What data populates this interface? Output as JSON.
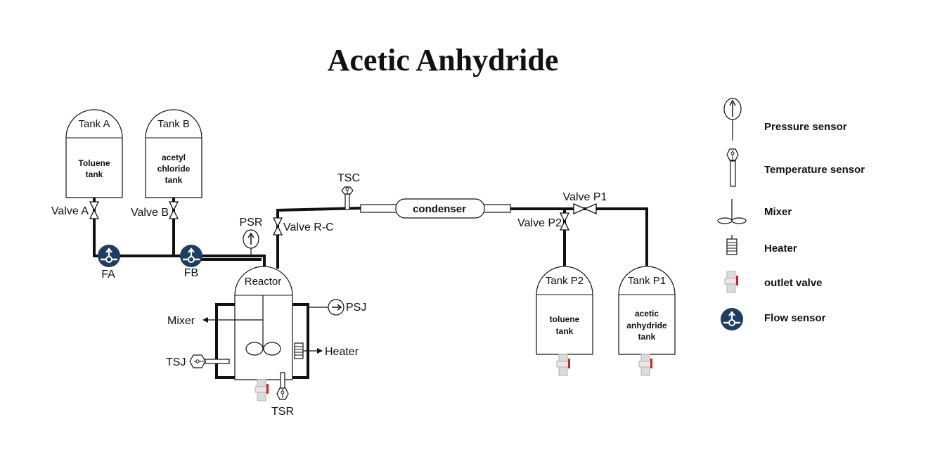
{
  "title": "Acetic Anhydride",
  "tanks": {
    "tank_a": {
      "name": "Tank  A",
      "content": [
        "Toluene",
        "tank"
      ]
    },
    "tank_b": {
      "name": "Tank B",
      "content": [
        "acetyl",
        "chloride",
        "tank"
      ]
    },
    "tank_p2": {
      "name": "Tank P2",
      "content": [
        "toluene",
        "tank"
      ]
    },
    "tank_p1": {
      "name": "Tank P1",
      "content": [
        "acetic",
        "anhydride",
        "tank"
      ]
    },
    "reactor": {
      "name": "Reactor"
    }
  },
  "labels": {
    "valve_a": "Valve A",
    "valve_b": "Valve B",
    "valve_rc": "Valve R-C",
    "valve_p1": "Valve P1",
    "valve_p2": "Valve P2",
    "fa": "FA",
    "fb": "FB",
    "psr": "PSR",
    "psj": "PSJ",
    "tsc": "TSC",
    "tsj": "TSJ",
    "tsr": "TSR",
    "mixer": "Mixer",
    "heater": "Heater",
    "condenser": "condenser"
  },
  "legend": [
    {
      "icon": "pressure-sensor-icon",
      "label": "Pressure sensor"
    },
    {
      "icon": "temperature-sensor-icon",
      "label": "Temperature sensor"
    },
    {
      "icon": "mixer-icon",
      "label": "Mixer"
    },
    {
      "icon": "heater-icon",
      "label": "Heater"
    },
    {
      "icon": "outlet-valve-icon",
      "label": "outlet valve"
    },
    {
      "icon": "flow-sensor-icon",
      "label": "Flow sensor"
    }
  ],
  "colors": {
    "flow_sensor": "#1d3d63",
    "line": "#111111",
    "outlet_valve": "#d9d9d9",
    "outlet_valve_handle": "#cc2222"
  }
}
